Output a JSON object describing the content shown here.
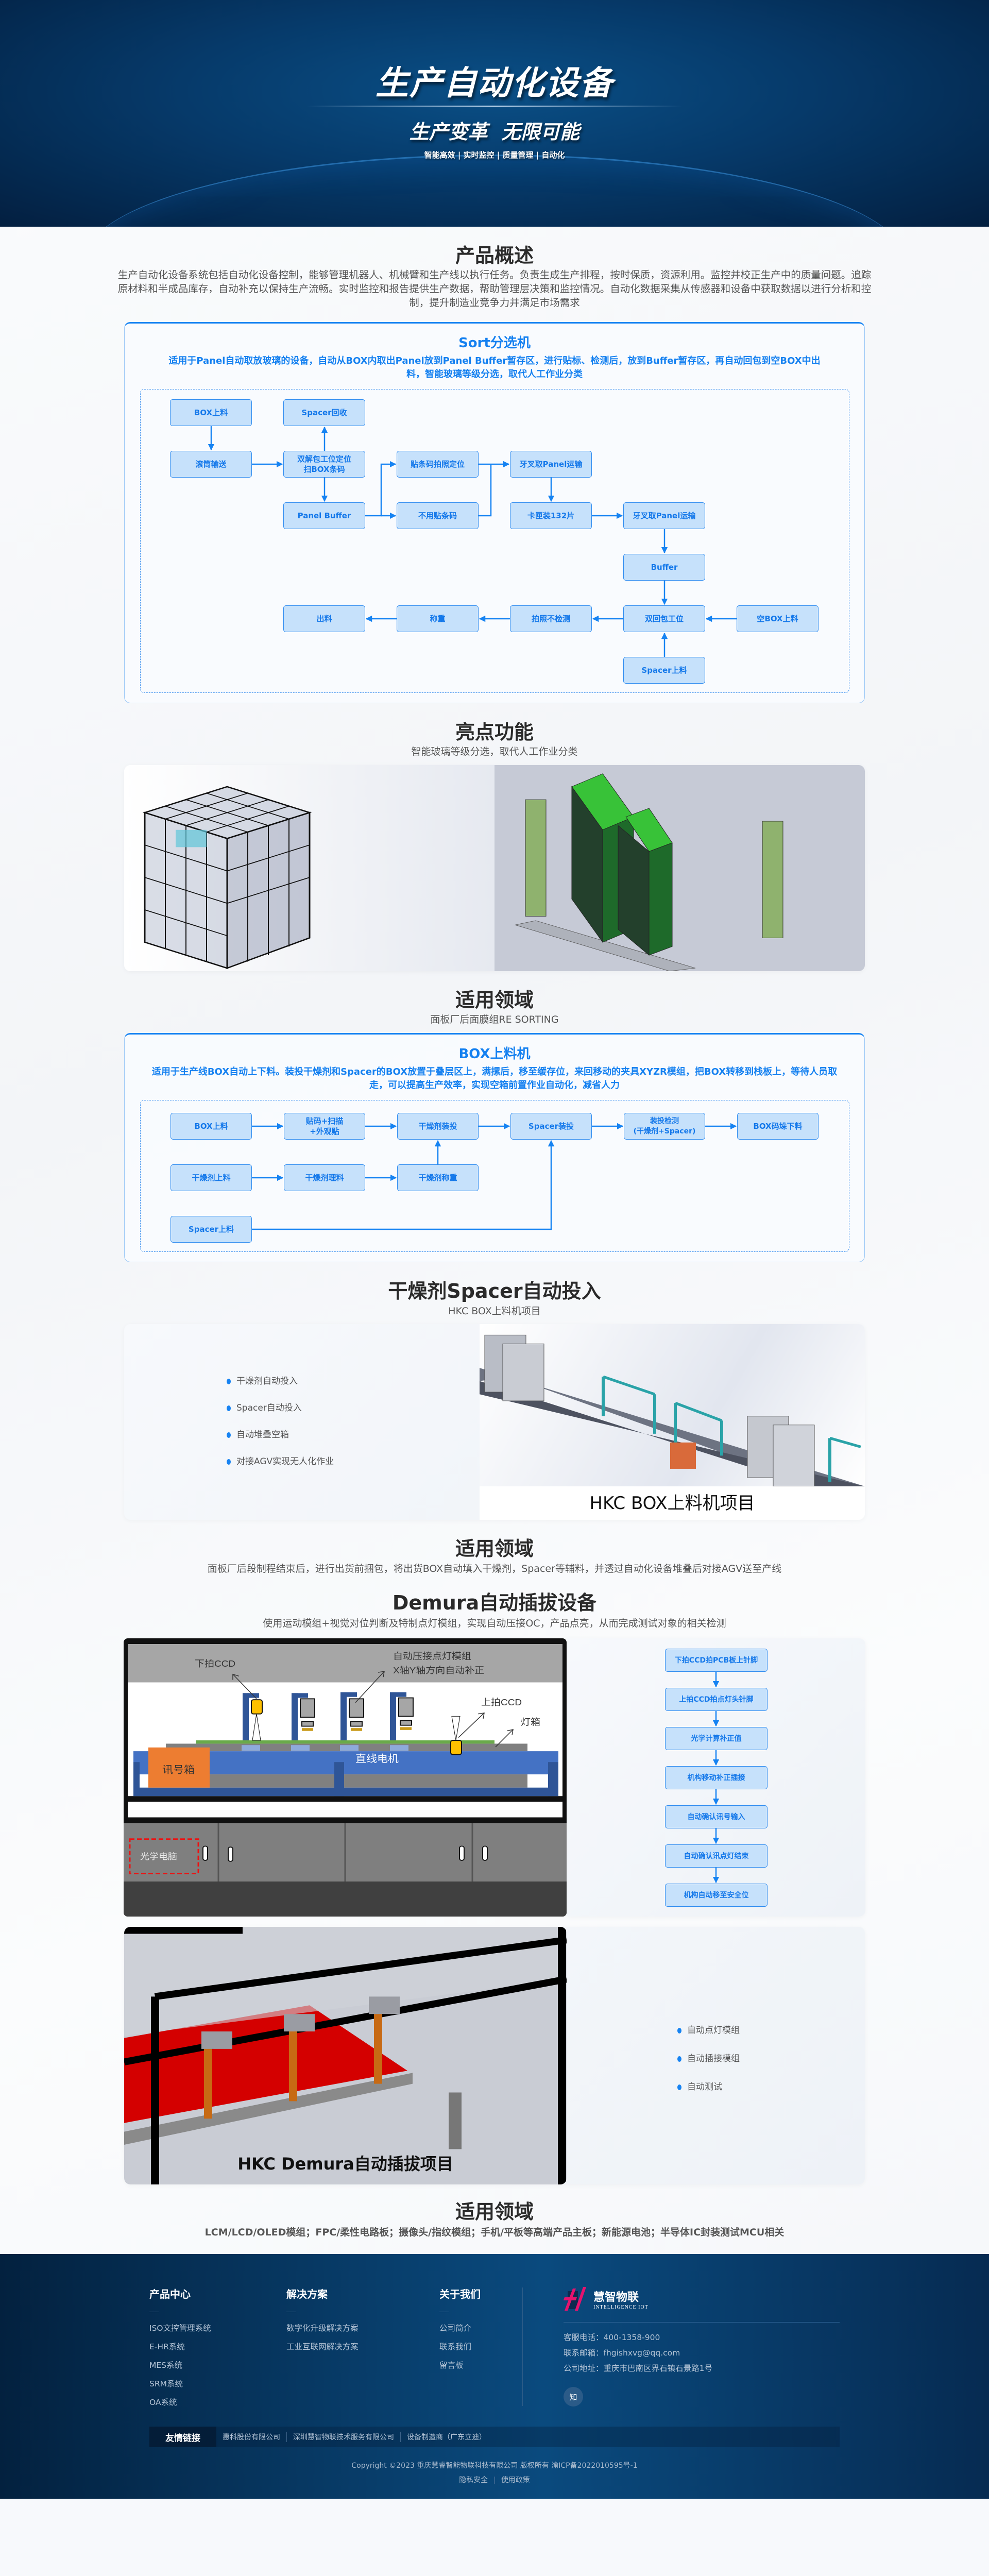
{
  "hero": {
    "title": "生产自动化设备",
    "subtitle": "生产变革  无限可能",
    "tags": "智能高效 | 实时监控 | 质量管理 | 自动化"
  },
  "overview": {
    "title": "产品概述",
    "text": "生产自动化设备系统包括自动化设备控制，能够管理机器人、机械臂和生产线以执行任务。负责生成生产排程，按时保质，资源利用。监控并校正生产中的质量问题。追踪原材料和半成品库存，自动补充以保持生产流畅。实时监控和报告提供生产数据，帮助管理层决策和监控情况。自动化数据采集从传感器和设备中获取数据以进行分析和控制，提升制造业竞争力并满足市场需求"
  },
  "sort": {
    "title": "Sort分选机",
    "desc": "适用于Panel自动取放玻璃的设备，自动从BOX内取出Panel放到Panel Buffer暂存区，进行贴标、检测后，放到Buffer暂存区，再自动回包到空BOX中出料，智能玻璃等级分选，取代人工作业分类",
    "nodes": [
      "BOX上料",
      "Spacer回收",
      "滚筒输送",
      "双解包工位定位\n扫BOX条码",
      "贴条码拍照定位",
      "牙叉取Panel运输",
      "Panel Buffer",
      "不用贴条码",
      "卡匣装132片",
      "牙叉取Panel运输",
      "Buffer",
      "出料",
      "称重",
      "拍照不检测",
      "双回包工位",
      "空BOX上料",
      "Spacer上料"
    ]
  },
  "highlights": {
    "title": "亮点功能",
    "subtitle": "智能玻璃等级分选，取代人工作业分类"
  },
  "field1": {
    "title": "适用领域",
    "subtitle": "面板厂后面膜组RE SORTING"
  },
  "boxloader": {
    "title": "BOX上料机",
    "desc": "适用于生产线BOX自动上下料。装投干燥剂和Spacer的BOX放置于叠层区上，满摞后，移至缓存位，来回移动的夹具XYZR模组，把BOX转移到栈板上，等待人员取走，可以提高生产效率，实现空箱前置作业自动化，减省人力",
    "nodes": [
      "BOX上料",
      "贴码+扫描\n+外观贴",
      "干燥剂装投",
      "Spacer装投",
      "装投检测\n(干燥剂+Spacer)",
      "BOX码垛下料",
      "干燥剂上料",
      "干燥剂理料",
      "干燥剂称重",
      "Spacer上料"
    ]
  },
  "desiccant": {
    "title": "干燥剂Spacer自动投入",
    "subtitle": "HKC BOX上料机项目",
    "features": [
      "干燥剂自动投入",
      "Spacer自动投入",
      "自动堆叠空箱",
      "对接AGV实现无人化作业"
    ],
    "image_caption": "HKC BOX上料机项目"
  },
  "field2": {
    "title": "适用领域",
    "subtitle": "面板厂后段制程结束后，进行出货前捆包，将出货BOX自动填入干燥剂，Spacer等辅料，并透过自动化设备堆叠后对接AGV送至产线"
  },
  "demura": {
    "title": "Demura自动插拔设备",
    "subtitle": "使用运动模组+视觉对位判断及特制点灯模组，实现自动压接OC，产品点亮，从而完成测试对象的相关检测",
    "schematic_labels": {
      "down_ccd": "下拍CCD",
      "module_line1": "自动压接点灯模组",
      "module_line2": "X轴Y轴方向自动补正",
      "up_ccd": "上拍CCD",
      "light_box": "灯箱",
      "signal_box": "讯号箱",
      "linear_motor": "直线电机",
      "optical_pc": "光学电脑"
    },
    "flow": [
      "下拍CCD拍PCB板上针脚",
      "上拍CCD拍点灯头针脚",
      "光学计算补正值",
      "机构移动补正插接",
      "自动确认讯号输入",
      "自动确认讯点灯结束",
      "机构自动移至安全位"
    ],
    "features": [
      "自动点灯模组",
      "自动插接模组",
      "自动测试"
    ],
    "image_caption": "HKC Demura自动插拔项目"
  },
  "field3": {
    "title": "适用领域",
    "subtitle": "LCM/LCD/OLED模组；FPC/柔性电路板；摄像头/指纹模组；手机/平板等高端产品主板；新能源电池；半导体IC封装测试MCU相关"
  },
  "footer": {
    "columns": [
      {
        "title": "产品中心",
        "items": [
          "ISO文控管理系统",
          "E-HR系统",
          "MES系统",
          "SRM系统",
          "OA系统"
        ]
      },
      {
        "title": "解决方案",
        "items": [
          "数字化升级解决方案",
          "工业互联网解决方案"
        ]
      },
      {
        "title": "关于我们",
        "items": [
          "公司简介",
          "联系我们",
          "留言板"
        ]
      }
    ],
    "logo": {
      "name": "慧智物联",
      "tagline": "INTELLIGENCE IOT"
    },
    "contact": {
      "phone": "客服电话：400-1358-900",
      "email": "联系邮箱：fhgishxvg@qq.com",
      "address": "公司地址：重庆市巴南区界石镇石景路1号"
    },
    "zhihu_icon_label": "知",
    "links_label": "友情链接",
    "links": [
      "惠科股份有限公司",
      "深圳慧智物联技术服务有限公司",
      "设备制造商（广东立迪）"
    ],
    "copyright": "Copyright ©2023 重庆慧睿智能物联科技有限公司 版权所有 渝ICP备2022010595号-1",
    "bottom_links": [
      "隐私安全",
      "使用政策"
    ]
  },
  "colors": {
    "accent": "#1683f2",
    "node_fill": "#c6e1fb",
    "footer_bg": "#0a4a7e"
  }
}
